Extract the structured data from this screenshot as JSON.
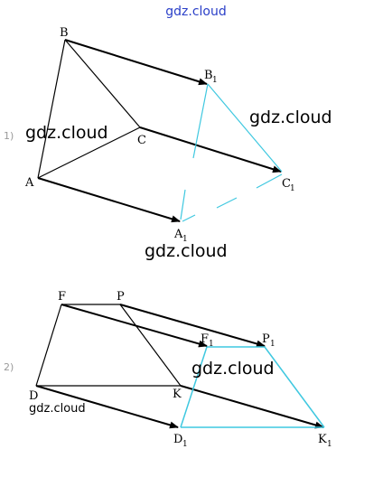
{
  "watermarks": {
    "top": "gdz.cloud",
    "fig1_left": "gdz.cloud",
    "fig1_right": "gdz.cloud",
    "fig1_bottom": "gdz.cloud",
    "fig2_center": "gdz.cloud",
    "fig2_small": "gdz.cloud"
  },
  "figure1": {
    "number": "1)",
    "labels": {
      "B": "B",
      "B1": "B",
      "C": "C",
      "C1": "C",
      "A": "A",
      "A1": "A"
    },
    "subscript": "1"
  },
  "figure2": {
    "number": "2)",
    "labels": {
      "F": "F",
      "P": "P",
      "F1": "F",
      "P1": "P",
      "D": "D",
      "K": "K",
      "D1": "D",
      "K1": "K"
    },
    "subscript": "1"
  },
  "colors": {
    "stroke": "#000000",
    "image": "#3fc8e0",
    "watermark_top": "#2a3fc8"
  }
}
